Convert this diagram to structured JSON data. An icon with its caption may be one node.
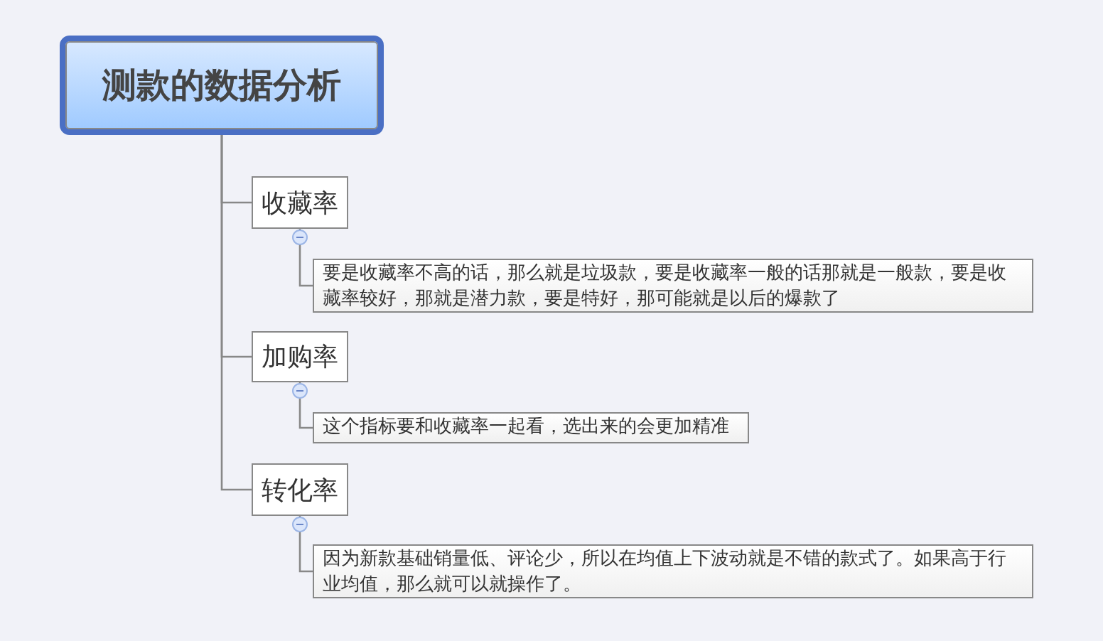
{
  "diagram": {
    "nodes": [
      {
        "text": [
          "测款的数据分析"
        ]
      },
      {
        "text": [
          "收藏率"
        ]
      },
      {
        "text": [
          "要是收藏率不高的话，那么就是垃圾款，要是收藏率一般的话那就是一般款，要是收藏率较好，那就是潜力款，要是特好，那可能就是以后的爆款了"
        ]
      },
      {
        "text": [
          "加购率"
        ]
      },
      {
        "text": [
          "这个指标要和收藏率一起看，选出来的会更加精准"
        ]
      },
      {
        "text": [
          "转化率"
        ]
      },
      {
        "text": [
          "因为新款基础销量低、评论少，所以在均值上下波动就是不错的款式了。如果高于行业均值，那么就可以就操作了。"
        ]
      }
    ],
    "edges": [
      {
        "from": 0,
        "to": 1,
        "arrow": "none"
      },
      {
        "from": 0,
        "to": 3,
        "arrow": "none"
      },
      {
        "from": 0,
        "to": 5,
        "arrow": "none"
      },
      {
        "from": 1,
        "to": 2,
        "arrow": "none"
      },
      {
        "from": 3,
        "to": 4,
        "arrow": "none"
      },
      {
        "from": 5,
        "to": 6,
        "arrow": "none"
      }
    ]
  }
}
